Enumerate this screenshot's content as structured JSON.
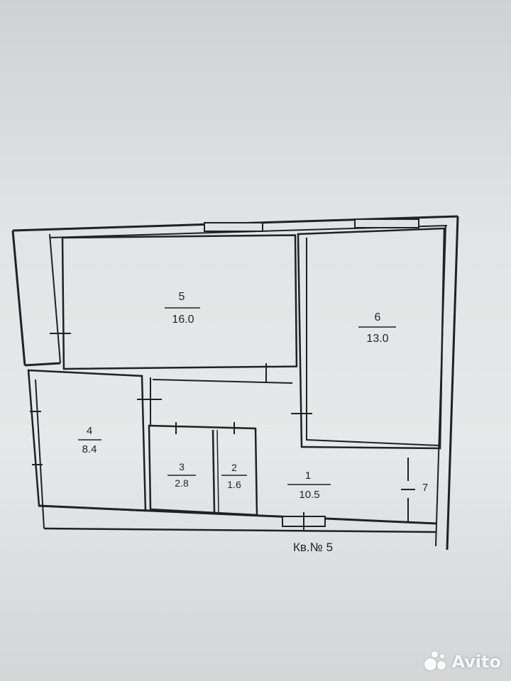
{
  "plan": {
    "apartment_label": "Кв.№ 5",
    "rooms": [
      {
        "number": "5",
        "area": "16.0"
      },
      {
        "number": "6",
        "area": "13.0"
      },
      {
        "number": "4",
        "area": "8.4"
      },
      {
        "number": "3",
        "area": "2.8"
      },
      {
        "number": "2",
        "area": "1.6"
      },
      {
        "number": "1",
        "area": "10.5"
      }
    ],
    "balcony_number": "7"
  },
  "watermark": {
    "text": "Avito"
  }
}
